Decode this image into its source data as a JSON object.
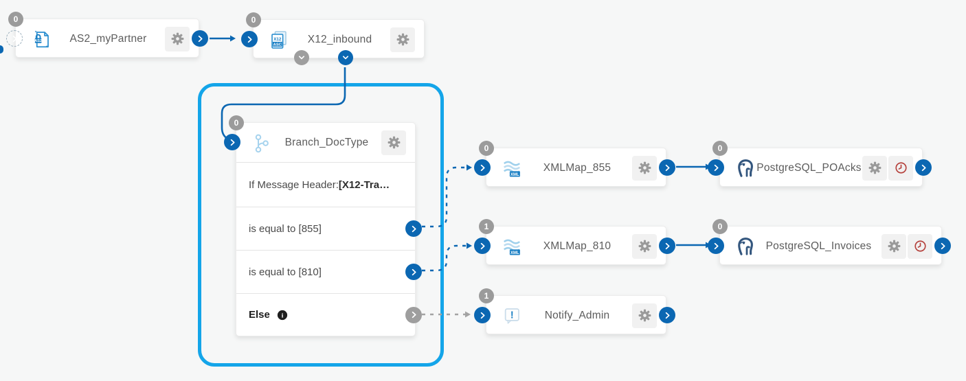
{
  "canvas": {
    "background": "#f6f7f7"
  },
  "colors": {
    "port_blue": "#0b67b2",
    "port_gray": "#9e9e9e",
    "selection_highlight": "#14a5e9",
    "badge_gray": "#9b9b9b",
    "clock_red": "#b5413c",
    "icon_blue": "#1a7fc4",
    "edge_dashed_gray": "#a3a3a3"
  },
  "nodes": {
    "as2": {
      "badge": "0",
      "title": "AS2_myPartner",
      "icon": "as2-document-icon"
    },
    "x12": {
      "badge": "0",
      "title": "X12_inbound",
      "icon": "x12-document-icon"
    },
    "branch": {
      "badge": "0",
      "title": "Branch_DocType",
      "icon": "branch-icon",
      "rows": [
        {
          "text": "If Message Header: ",
          "bold_text": "[X12-Tra…"
        },
        {
          "text": "is equal to [855]",
          "port": "blue"
        },
        {
          "text": "is equal to [810]",
          "port": "blue"
        },
        {
          "text": "Else",
          "port": "gray",
          "info_icon": "info-icon"
        }
      ]
    },
    "xmlmap855": {
      "badge": "0",
      "title": "XMLMap_855",
      "icon": "xml-map-icon"
    },
    "xmlmap810": {
      "badge": "1",
      "title": "XMLMap_810",
      "icon": "xml-map-icon"
    },
    "notify": {
      "badge": "1",
      "title": "Notify_Admin",
      "icon": "alert-bubble-icon"
    },
    "pgpoacks": {
      "badge": "0",
      "title": "PostgreSQL_POAcks",
      "icon": "postgresql-icon"
    },
    "pginvoices": {
      "badge": "0",
      "title": "PostgreSQL_Invoices",
      "icon": "postgresql-icon"
    }
  },
  "edges": [
    {
      "from": "AS2_myPartner",
      "to": "X12_inbound",
      "style": "solid"
    },
    {
      "from": "X12_inbound",
      "to": "Branch_DocType",
      "style": "solid"
    },
    {
      "from": "Branch_DocType: is equal to [855]",
      "to": "XMLMap_855",
      "style": "dashed"
    },
    {
      "from": "Branch_DocType: is equal to [810]",
      "to": "XMLMap_810",
      "style": "dashed"
    },
    {
      "from": "Branch_DocType: Else",
      "to": "Notify_Admin",
      "style": "dashed-gray"
    },
    {
      "from": "XMLMap_855",
      "to": "PostgreSQL_POAcks",
      "style": "solid"
    },
    {
      "from": "XMLMap_810",
      "to": "PostgreSQL_Invoices",
      "style": "solid"
    }
  ]
}
